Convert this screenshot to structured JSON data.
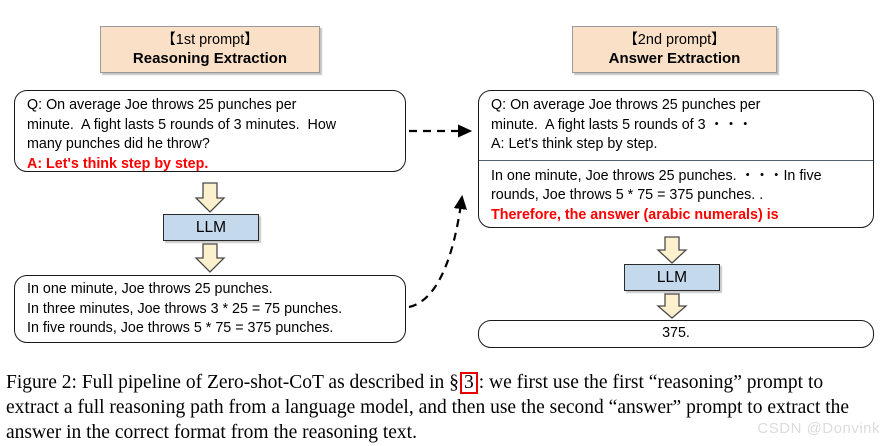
{
  "figure": {
    "columns": [
      {
        "id": "reasoning-extraction",
        "header": {
          "line1": "【1st prompt】",
          "line2": "Reasoning Extraction"
        },
        "input_box": {
          "lines": [
            "Q: On average Joe throws 25 punches per",
            "minute.  A fight lasts 5 rounds of 3 minutes.  How",
            "many punches did he throw?"
          ],
          "red_line": "A: Let's think step by step."
        },
        "model_label": "LLM",
        "output_box": {
          "lines": [
            "In one minute, Joe throws 25 punches.",
            "In three minutes, Joe throws 3 * 25 = 75 punches.",
            "In five rounds, Joe throws 5 * 75 = 375 punches."
          ]
        }
      },
      {
        "id": "answer-extraction",
        "header": {
          "line1": "【2nd prompt】",
          "line2": "Answer Extraction"
        },
        "input_box": {
          "segment_one": [
            "Q: On average Joe throws 25 punches per",
            "minute.  A fight lasts 5 rounds of 3 ・・・",
            "A: Let's think step by step."
          ],
          "segment_two": [
            "In one minute, Joe throws 25 punches. ・・・In five",
            "rounds, Joe throws 5 * 75 = 375 punches. ."
          ],
          "red_line": "Therefore, the answer (arabic numerals) is"
        },
        "model_label": "LLM",
        "answer_box": {
          "value": "375."
        }
      }
    ]
  },
  "caption": {
    "part1": "Figure 2: Full pipeline of Zero-shot-CoT as described in §",
    "highlight": "3",
    "part2": ": we first use the first “reasoning” prompt",
    "line2": "to extract a full reasoning path from a language model, and then use the second “answer” prompt to",
    "line3": "extract the answer in the correct format from the reasoning text."
  },
  "watermark": {
    "text": "CSDN @Donvink"
  },
  "colors": {
    "header_fill": "#fbe0c8",
    "llm_fill": "#c5d9ed",
    "arrow_fill": "#fdf0cd",
    "red_text": "#ff0000",
    "highlight_border": "#e60000"
  }
}
